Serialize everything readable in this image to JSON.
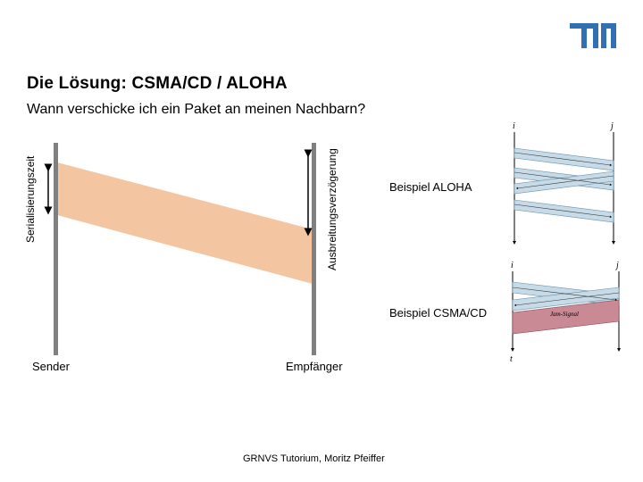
{
  "header": {
    "title": "Die Lösung: CSMA/CD / ALOHA",
    "subtitle": "Wann verschicke ich ein Paket an meinen Nachbarn?",
    "logo": "TUM"
  },
  "diagram": {
    "serialization_label": "Serialisierungszeit",
    "propagation_label": "Ausbreitungsverzögerung",
    "sender_label": "Sender",
    "receiver_label": "Empfänger",
    "band_color": "#f3c6a1",
    "line_color": "#808080"
  },
  "examples": {
    "aloha_label": "Beispiel ALOHA",
    "csma_label": "Beispiel CSMA/CD",
    "node_i": "i",
    "node_j": "j",
    "time_label": "t",
    "jam_label": "Jam-Signal",
    "frame_color": "#c6dbe7",
    "jam_color": "#c98a96"
  },
  "footer": {
    "text": "GRNVS Tutorium, Moritz Pfeiffer"
  }
}
